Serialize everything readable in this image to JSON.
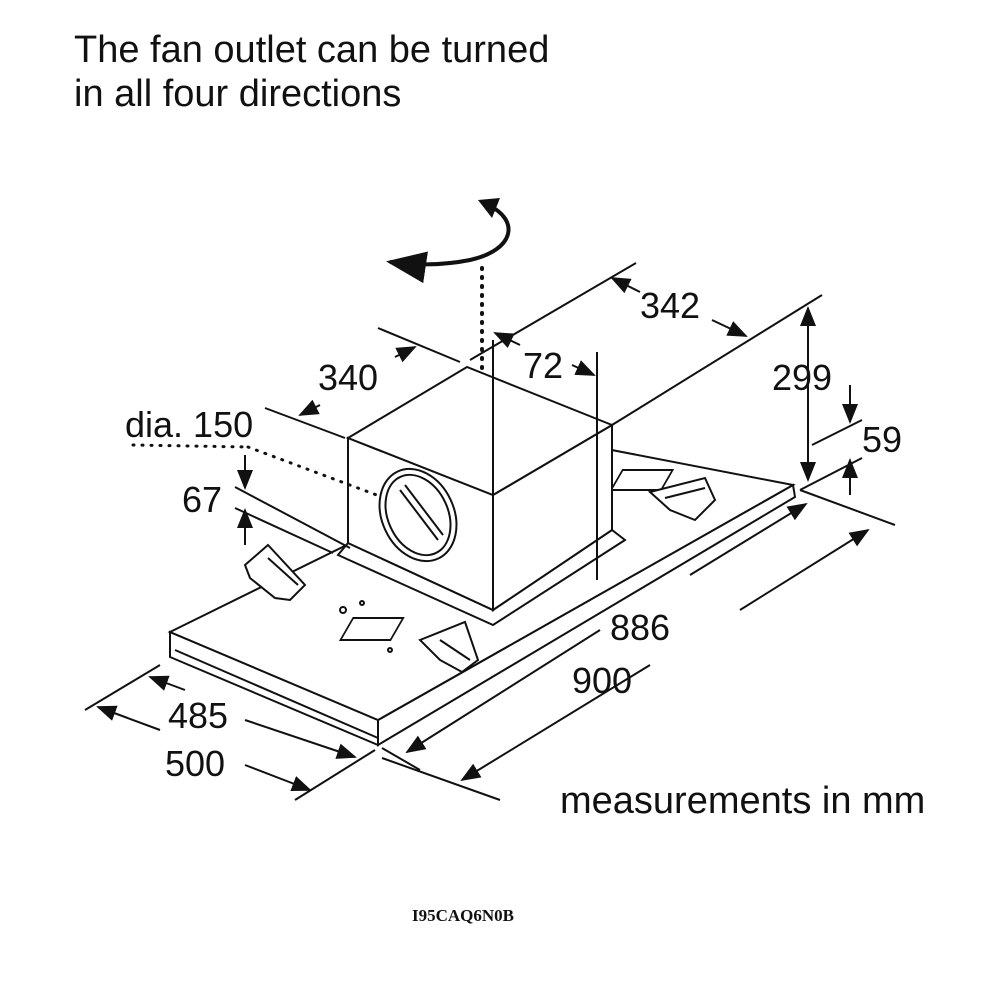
{
  "title": {
    "line1": "The fan outlet can be turned",
    "line2": "in all four directions"
  },
  "dimensions": {
    "d342": "342",
    "d72": "72",
    "d340": "340",
    "d299": "299",
    "d59": "59",
    "dia": "dia. 150",
    "d67": "67",
    "d886": "886",
    "d900": "900",
    "d485": "485",
    "d500": "500"
  },
  "units_note": "measurements in mm",
  "model": "I95CAQ6N0B"
}
